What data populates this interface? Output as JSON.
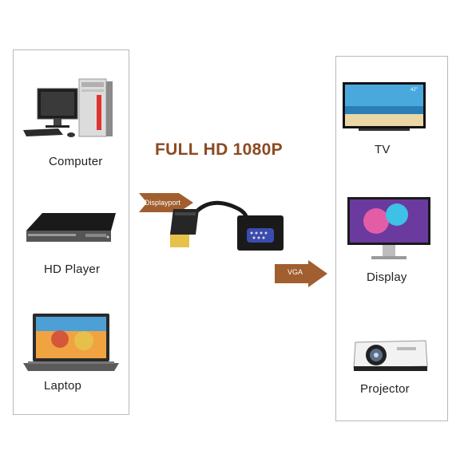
{
  "title": "FULL HD 1080P",
  "sources": [
    {
      "label": "Computer"
    },
    {
      "label": "HD Player"
    },
    {
      "label": "Laptop"
    }
  ],
  "targets": [
    {
      "label": "TV",
      "size_badge": "42\""
    },
    {
      "label": "Display"
    },
    {
      "label": "Projector"
    }
  ],
  "input_arrow": {
    "label": "Displayport"
  },
  "output_arrow": {
    "label": "VGA"
  },
  "colors": {
    "accent": "#8b4a22",
    "arrow": "#a15e2e"
  }
}
